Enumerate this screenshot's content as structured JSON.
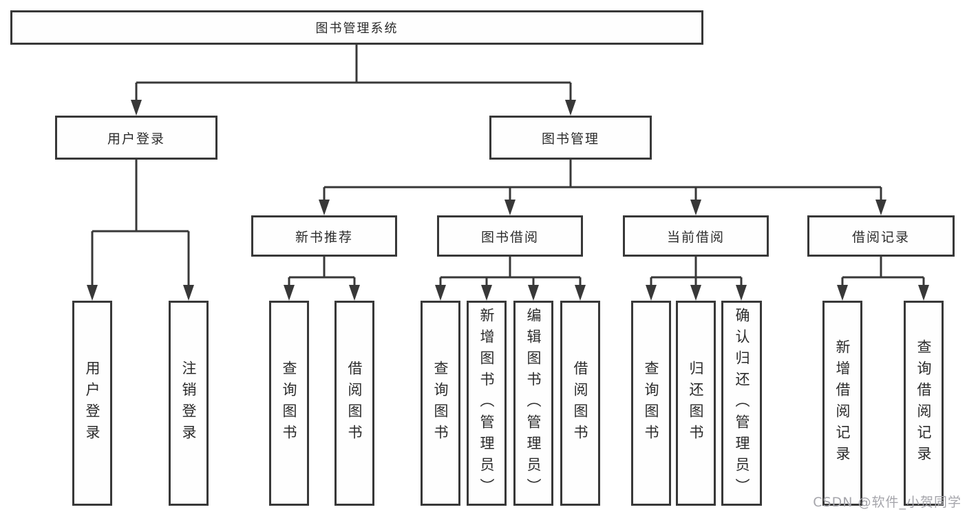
{
  "diagram": {
    "root": {
      "label": "图书管理系统"
    },
    "branches": [
      {
        "label": "用户登录",
        "children": [
          {
            "label": "用户登录"
          },
          {
            "label": "注销登录"
          }
        ]
      },
      {
        "label": "图书管理",
        "children": [
          {
            "label": "新书推荐",
            "children": [
              {
                "label": "查询图书"
              },
              {
                "label": "借阅图书"
              }
            ]
          },
          {
            "label": "图书借阅",
            "children": [
              {
                "label": "查询图书"
              },
              {
                "label": "新增图书（管理员）"
              },
              {
                "label": "编辑图书（管理员）"
              },
              {
                "label": "借阅图书"
              }
            ]
          },
          {
            "label": "当前借阅",
            "children": [
              {
                "label": "查询图书"
              },
              {
                "label": "归还图书"
              },
              {
                "label": "确认归还（管理员）"
              }
            ]
          },
          {
            "label": "借阅记录",
            "children": [
              {
                "label": "新增借阅记录"
              },
              {
                "label": "查询借阅记录"
              }
            ]
          }
        ]
      }
    ]
  },
  "watermark": {
    "text": "CSDN @软件_小贺同学",
    "color": "#a5a5ab"
  },
  "colors": {
    "line": "#383838",
    "text": "#2b2b2b",
    "box_bg": "#fefefe",
    "page_bg": "#ffffff"
  }
}
